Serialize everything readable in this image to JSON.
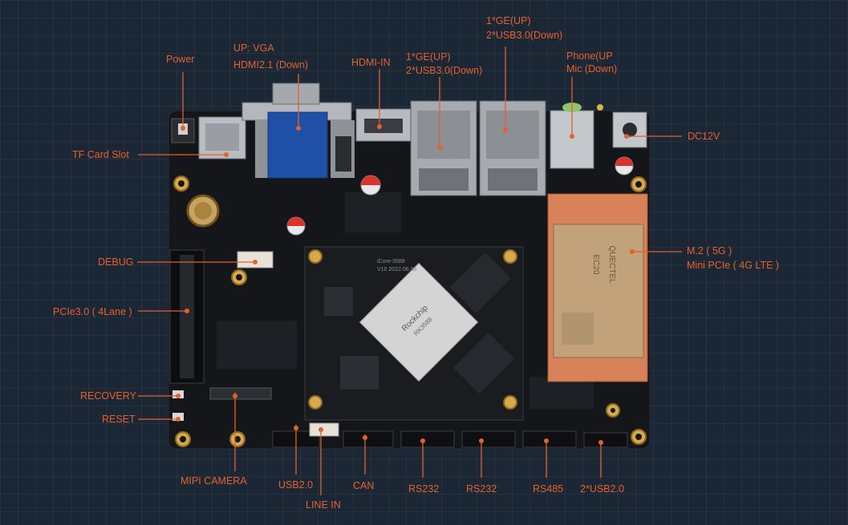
{
  "colors": {
    "background": "#1c2736",
    "label": "#e4602c",
    "leader_line": "#e4602c",
    "pcb": "#141619",
    "soc": "#d4d4d4",
    "module": "#c2a27a"
  },
  "labels": {
    "power": "Power",
    "tf_card_slot": "TF Card Slot",
    "vga_line1": "UP: VGA",
    "vga_line2": "HDMI2.1 (Down)",
    "hdmi_in": "HDMI-IN",
    "ge_left_line1": "1*GE(UP)",
    "ge_left_line2": "2*USB3.0(Down)",
    "ge_right_line1": "1*GE(UP)",
    "ge_right_line2": "2*USB3.0(Down)",
    "phone_line1": "Phone(UP",
    "phone_line2": "Mic (Down)",
    "dc12v": "DC12V",
    "debug": "DEBUG",
    "pcie": "PCIe3.0 ( 4Lane )",
    "m2_line1": "M.2 ( 5G )",
    "m2_line2": "Mini PCIe ( 4G LTE )",
    "recovery": "RECOVERY",
    "reset": "RESET",
    "mipi_camera": "MIPI CAMERA",
    "usb20": "USB2.0",
    "line_in": "LINE IN",
    "can": "CAN",
    "rs232_a": "RS232",
    "rs232_b": "RS232",
    "rs485": "RS485",
    "usb20_dual": "2*USB2.0"
  },
  "board_markings": {
    "soc_brand": "Rockchip",
    "soc_model": "RK3588",
    "module_brand": "QUECTEL",
    "module_model": "EC20",
    "som_name": "iCore-3588",
    "som_rev": "V10 2022.06.08"
  }
}
